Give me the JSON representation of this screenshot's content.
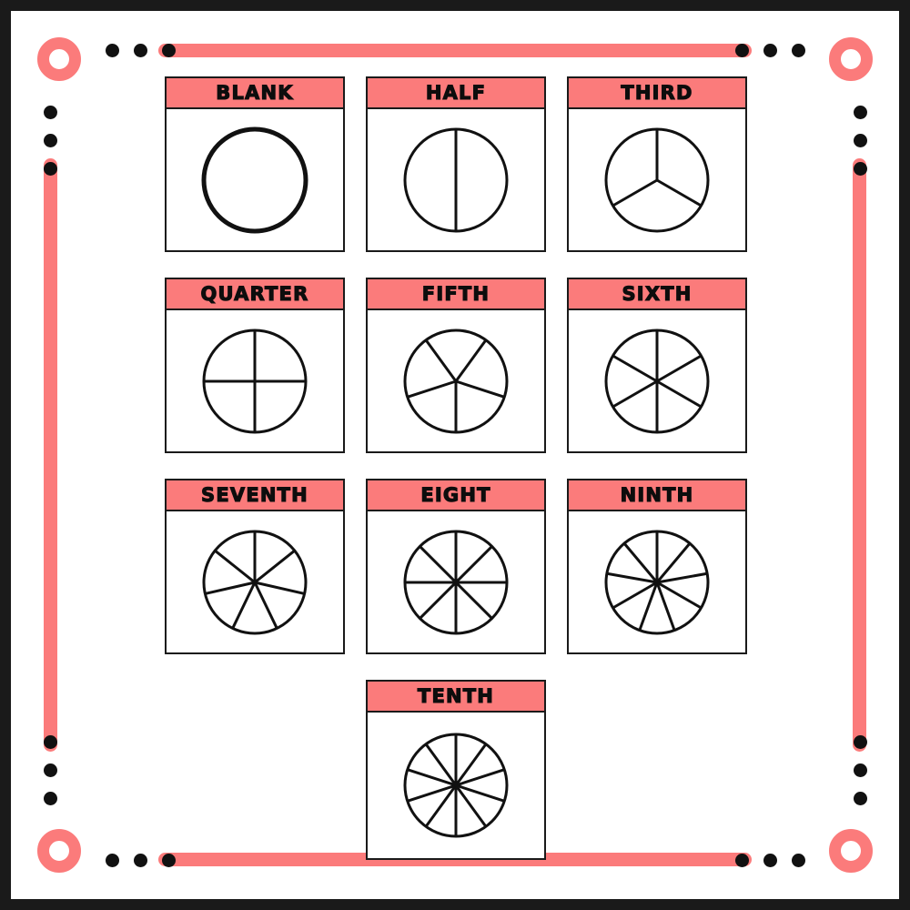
{
  "theme": {
    "accent": "#fb7b7b",
    "ink": "#111111",
    "frame": "#1a1a1a",
    "paper": "#ffffff"
  },
  "decor": {
    "corner_ring_name": "corner-ring",
    "dot_cluster_count": 3,
    "ring_count": 4
  },
  "rows": [
    {
      "cards": [
        {
          "title": "BLANK",
          "parts": 1,
          "rotation": 0
        },
        {
          "title": "HALF",
          "parts": 2,
          "rotation": 0
        },
        {
          "title": "THIRD",
          "parts": 3,
          "rotation": 0
        }
      ]
    },
    {
      "cards": [
        {
          "title": "QUARTER",
          "parts": 4,
          "rotation": 0
        },
        {
          "title": "FIFTH",
          "parts": 5,
          "rotation": 180
        },
        {
          "title": "SIXTH",
          "parts": 6,
          "rotation": 0
        }
      ]
    },
    {
      "cards": [
        {
          "title": "SEVENTH",
          "parts": 7,
          "rotation": 0
        },
        {
          "title": "EIGHT",
          "parts": 8,
          "rotation": 0
        },
        {
          "title": "NINTH",
          "parts": 9,
          "rotation": 0
        }
      ]
    },
    {
      "cards": [
        {
          "title": "TENTH",
          "parts": 10,
          "rotation": 0
        }
      ]
    }
  ]
}
